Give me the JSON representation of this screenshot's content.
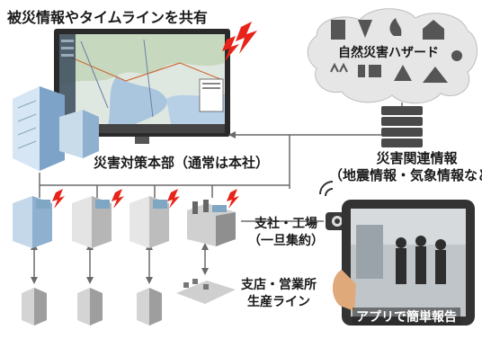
{
  "title": "被災情報やタイムラインを共有",
  "hq": {
    "label": "災害対策本部（通常は本社）"
  },
  "info": {
    "line1": "災害関連情報",
    "line2": "（地震情報・気象情報など）"
  },
  "hazard": {
    "title": "自然災害ハザード"
  },
  "branch": {
    "line1": "支社・工場",
    "line2": "（一旦集約）"
  },
  "store": {
    "line1": "支店・営業所",
    "line2": "生産ライン"
  },
  "app": {
    "label": "アプリで簡単報告"
  },
  "colors": {
    "lightning": "#e8241a",
    "arrow": "#6a6a6a",
    "building": "#8fb4d6"
  }
}
